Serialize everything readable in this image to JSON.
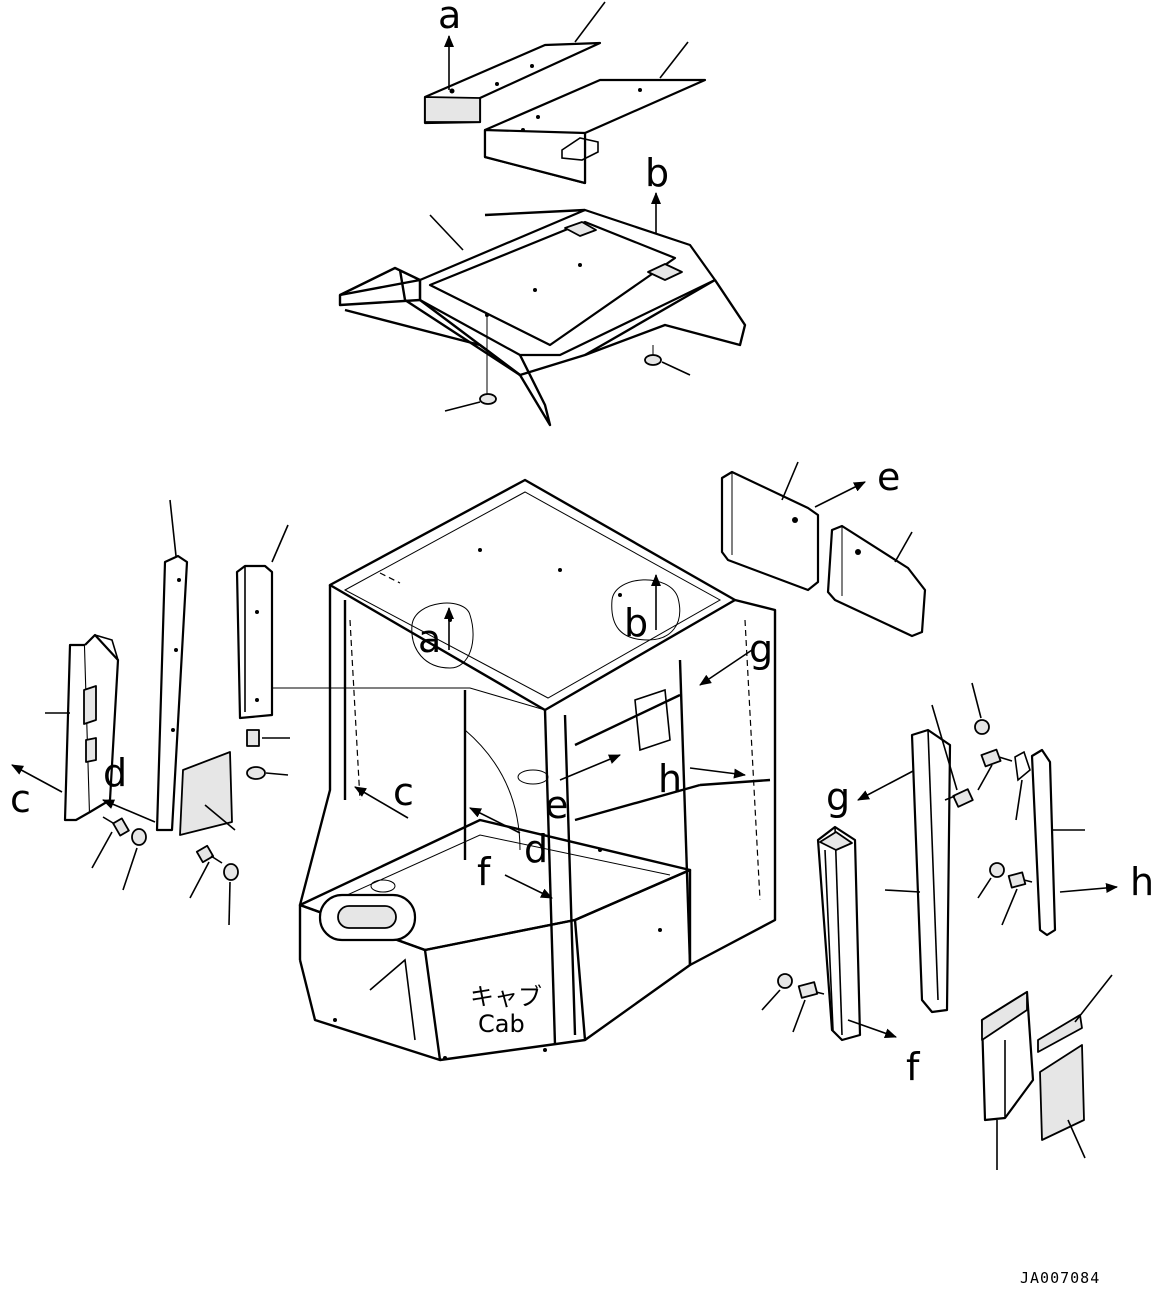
{
  "diagram": {
    "ref_code": "JA007084",
    "cab_label_jp": "キャブ",
    "cab_label_en": "Cab",
    "callouts": {
      "a_top": "a",
      "b_top": "b",
      "a_cab": "a",
      "b_cab": "b",
      "c_left": "c",
      "c_cab": "c",
      "d_left": "d",
      "d_cab": "d",
      "e_panels": "e",
      "e_cab": "e",
      "f_cab": "f",
      "f_right": "f",
      "g_cab": "g",
      "g_right": "g",
      "h_cab": "h",
      "h_right": "h"
    }
  }
}
